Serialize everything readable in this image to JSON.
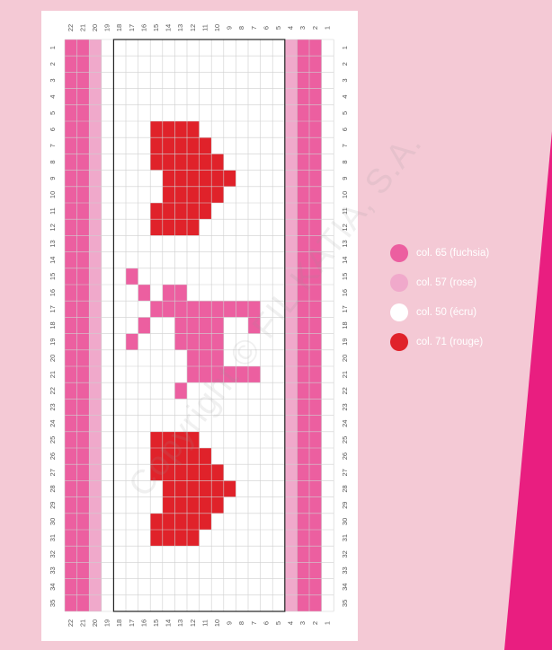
{
  "rows": 35,
  "columns": 22,
  "column_numbers_top": [
    "22",
    "21",
    "20",
    "19",
    "18",
    "17",
    "16",
    "15",
    "14",
    "13",
    "12",
    "11",
    "10",
    "9",
    "8",
    "7",
    "6",
    "5",
    "4",
    "3",
    "2",
    "1"
  ],
  "row_numbers": [
    "1",
    "2",
    "3",
    "4",
    "5",
    "6",
    "7",
    "8",
    "9",
    "10",
    "11",
    "12",
    "13",
    "14",
    "15",
    "16",
    "17",
    "18",
    "19",
    "20",
    "21",
    "22",
    "23",
    "24",
    "25",
    "26",
    "27",
    "28",
    "29",
    "30",
    "31",
    "32",
    "33",
    "34",
    "35"
  ],
  "colors": {
    "fuchsia": "#ec5fa0",
    "rose": "#f0a9cb",
    "ecru": "#ffffff",
    "rouge": "#e0222a",
    "grid_line": "#cfcfcf",
    "accent_stripe": "#e91e80"
  },
  "legend": [
    {
      "label": "col. 65 (fuchsia)",
      "color": "#ec5fa0"
    },
    {
      "label": "col. 57 (rose)",
      "color": "#f0a9cb"
    },
    {
      "label": "col. 50 (écru)",
      "color": "#ffffff"
    },
    {
      "label": "col. 71 (rouge)",
      "color": "#e0222a"
    }
  ],
  "column_colors_by_number": {
    "22": "fuchsia",
    "21": "fuchsia",
    "20": "rose",
    "19": "ecru",
    "4": "rose",
    "3": "fuchsia",
    "2": "fuchsia",
    "1": "ecru"
  },
  "motif_cells": {
    "rouge": [
      [
        15,
        6
      ],
      [
        14,
        6
      ],
      [
        13,
        6
      ],
      [
        12,
        6
      ],
      [
        15,
        7
      ],
      [
        14,
        7
      ],
      [
        13,
        7
      ],
      [
        12,
        7
      ],
      [
        11,
        7
      ],
      [
        15,
        8
      ],
      [
        14,
        8
      ],
      [
        13,
        8
      ],
      [
        12,
        8
      ],
      [
        11,
        8
      ],
      [
        10,
        8
      ],
      [
        14,
        9
      ],
      [
        13,
        9
      ],
      [
        12,
        9
      ],
      [
        11,
        9
      ],
      [
        10,
        9
      ],
      [
        9,
        9
      ],
      [
        14,
        10
      ],
      [
        13,
        10
      ],
      [
        12,
        10
      ],
      [
        11,
        10
      ],
      [
        10,
        10
      ],
      [
        15,
        11
      ],
      [
        14,
        11
      ],
      [
        13,
        11
      ],
      [
        12,
        11
      ],
      [
        11,
        11
      ],
      [
        15,
        12
      ],
      [
        14,
        12
      ],
      [
        13,
        12
      ],
      [
        12,
        12
      ],
      [
        15,
        25
      ],
      [
        14,
        25
      ],
      [
        13,
        25
      ],
      [
        12,
        25
      ],
      [
        15,
        26
      ],
      [
        14,
        26
      ],
      [
        13,
        26
      ],
      [
        12,
        26
      ],
      [
        11,
        26
      ],
      [
        15,
        27
      ],
      [
        14,
        27
      ],
      [
        13,
        27
      ],
      [
        12,
        27
      ],
      [
        11,
        27
      ],
      [
        10,
        27
      ],
      [
        14,
        28
      ],
      [
        13,
        28
      ],
      [
        12,
        28
      ],
      [
        11,
        28
      ],
      [
        10,
        28
      ],
      [
        9,
        28
      ],
      [
        14,
        29
      ],
      [
        13,
        29
      ],
      [
        12,
        29
      ],
      [
        11,
        29
      ],
      [
        10,
        29
      ],
      [
        15,
        30
      ],
      [
        14,
        30
      ],
      [
        13,
        30
      ],
      [
        12,
        30
      ],
      [
        11,
        30
      ],
      [
        15,
        31
      ],
      [
        14,
        31
      ],
      [
        13,
        31
      ],
      [
        12,
        31
      ]
    ],
    "fuchsia": [
      [
        17,
        15
      ],
      [
        16,
        16
      ],
      [
        14,
        16
      ],
      [
        13,
        16
      ],
      [
        15,
        17
      ],
      [
        14,
        17
      ],
      [
        13,
        17
      ],
      [
        12,
        17
      ],
      [
        11,
        17
      ],
      [
        10,
        17
      ],
      [
        9,
        17
      ],
      [
        8,
        17
      ],
      [
        7,
        17
      ],
      [
        16,
        18
      ],
      [
        13,
        18
      ],
      [
        12,
        18
      ],
      [
        11,
        18
      ],
      [
        10,
        18
      ],
      [
        7,
        18
      ],
      [
        17,
        19
      ],
      [
        13,
        19
      ],
      [
        12,
        19
      ],
      [
        11,
        19
      ],
      [
        10,
        19
      ],
      [
        12,
        20
      ],
      [
        11,
        20
      ],
      [
        10,
        20
      ],
      [
        12,
        21
      ],
      [
        11,
        21
      ],
      [
        10,
        21
      ],
      [
        9,
        21
      ],
      [
        8,
        21
      ],
      [
        7,
        21
      ],
      [
        13,
        22
      ]
    ]
  },
  "watermark": "Copyright © FIL KATIA, S.A."
}
